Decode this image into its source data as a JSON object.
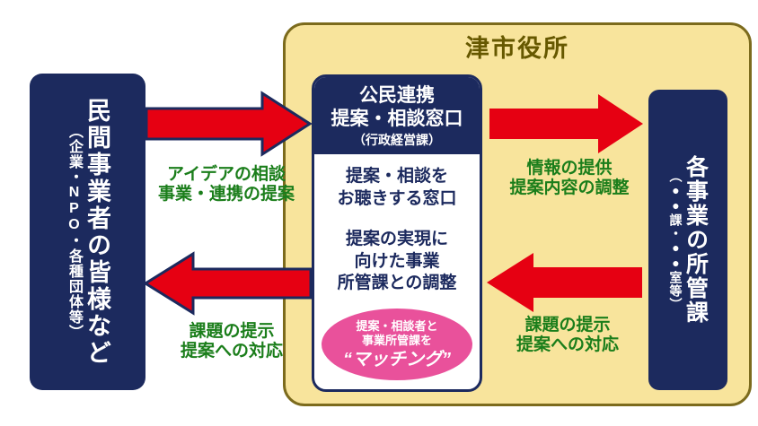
{
  "colors": {
    "navy": "#1c2a5e",
    "arrow_red": "#e60012",
    "cream_background": "#f8e49c",
    "container_border_olive": "#7c6b1d",
    "title_brown": "#665800",
    "flow_label_green": "#1b7e1b",
    "matching_pink": "#e9519b"
  },
  "city_hall": {
    "title": "津市役所"
  },
  "private_sector_box": {
    "main": "民間事業者の皆様など",
    "sub": "（企業・NPO・各種団体等）"
  },
  "department_box": {
    "main": "各事業の所管課",
    "sub": "（●●課・●●室等）"
  },
  "window_box": {
    "header_line1": "公民連携",
    "header_line2": "提案・相談窓口",
    "header_line3": "（行政経営課）",
    "role1": "提案・相談を\nお聴きする窓口",
    "role2": "提案の実現に\n向けた事業\n所管課との調整",
    "matching": {
      "line1": "提案・相談者と",
      "line2": "事業所管課を",
      "line3": "“マッチング”"
    }
  },
  "flow_labels": {
    "private_to_window": "アイデアの相談\n事業・連携の提案",
    "window_to_department": "情報の提供\n提案内容の調整",
    "department_to_window": "課題の提示\n提案への対応",
    "window_to_private": "課題の提示\n提案への対応"
  }
}
